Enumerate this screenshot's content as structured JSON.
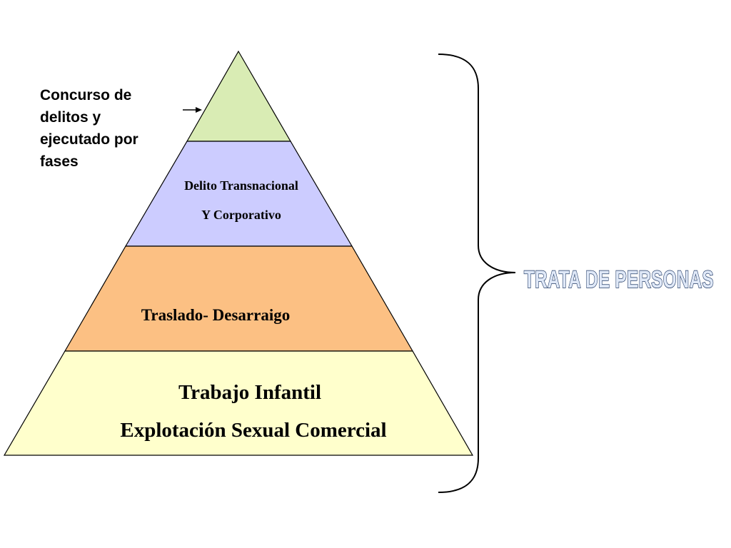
{
  "pyramid": {
    "levels": [
      {
        "id": "apex",
        "lines": [],
        "fill": "#d9ecb4"
      },
      {
        "id": "transnational",
        "lines": [
          "Delito Transnacional",
          "Y Corporativo"
        ],
        "fill": "#ccccff"
      },
      {
        "id": "displacement",
        "lines": [
          "Traslado- Desarraigo"
        ],
        "fill": "#fcc083"
      },
      {
        "id": "base",
        "lines": [
          "Trabajo Infantil",
          "Explotación Sexual Comercial"
        ],
        "fill": "#ffffcc"
      }
    ]
  },
  "side_note": {
    "lines": [
      "Concurso de",
      "delitos y",
      "ejecutado por",
      "fases"
    ]
  },
  "brace_label": "TRATA DE PERSONAS",
  "colors": {
    "outline": "#000000",
    "banner_fill": "#dfe8f7",
    "banner_stroke": "#1f3864"
  }
}
